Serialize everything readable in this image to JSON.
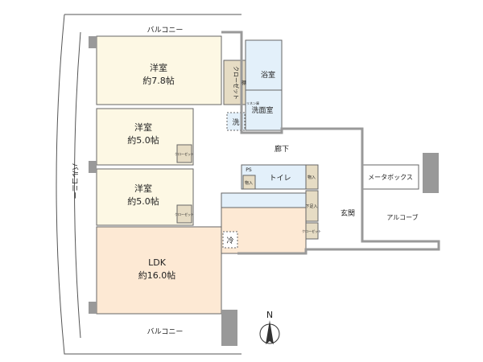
{
  "rooms": {
    "western1": {
      "name": "洋室",
      "size": "約7.8帖"
    },
    "western2": {
      "name": "洋室",
      "size": "約5.0帖"
    },
    "western3": {
      "name": "洋室",
      "size": "約5.0帖"
    },
    "ldk": {
      "name": "LDK",
      "size": "約16.0帖"
    },
    "bath": "浴室",
    "washroom": "洗面室",
    "hallway": "廊下",
    "toilet": "トイレ",
    "entrance": "玄関",
    "meter_box": "メータボックス",
    "alcove": "アルコーブ",
    "closet_main": "クローゼット",
    "shelf": "棚",
    "linen": "リネン庫",
    "washer": "洗",
    "closet_small1": "クローゼット",
    "closet_small2": "クローゼット",
    "closet_small3": "クローゼット",
    "storage1": "物入",
    "storage2": "物入",
    "shoe_storage": "下足入",
    "ps": "PS",
    "fridge": "冷"
  },
  "balconies": {
    "top": "バルコニー",
    "left": "バルコニー",
    "bottom": "バルコニー"
  },
  "compass": {
    "label": "N"
  },
  "colors": {
    "bedroom": "#fdf8e4",
    "ldk": "#fde9d4",
    "wet": "#e3f0fa",
    "storage": "#e6dcc4",
    "wall": "#999999"
  }
}
